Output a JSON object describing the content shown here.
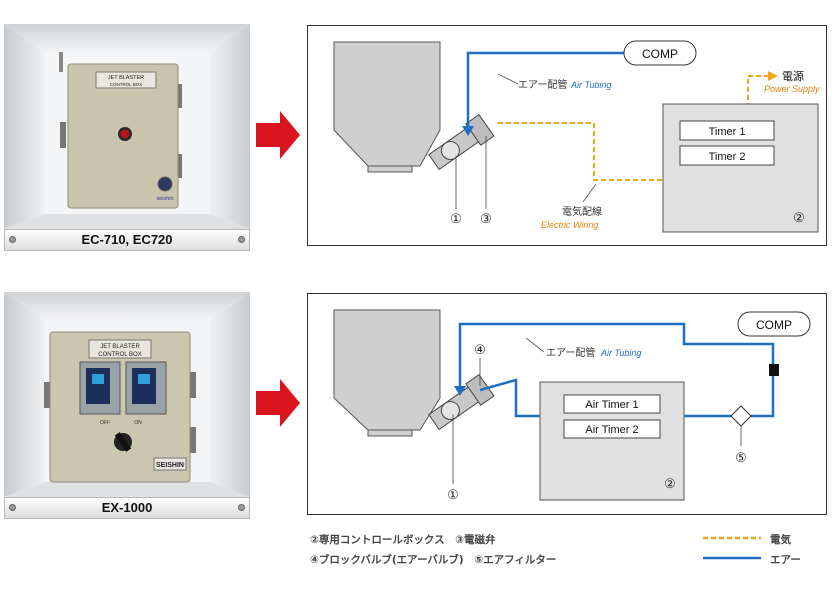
{
  "products": [
    {
      "name": "EC-710, EC720",
      "panel_title_line1": "JET BLASTER",
      "panel_title_line2": "CONTROL BOX",
      "brand": "seishin"
    },
    {
      "name": "EX-1000",
      "panel_title_line1": "JET BLASTER",
      "panel_title_line2": "CONTROL BOX",
      "brand": "SEISHIN",
      "switch_off": "OFF",
      "switch_on": "ON"
    }
  ],
  "diagram1": {
    "comp": "COMP",
    "air_tubing_jp": "エアー配管",
    "air_tubing_en": "Air Tubing",
    "power_jp": "電源",
    "power_en": "Power Supply",
    "timer1": "Timer 1",
    "timer2": "Timer 2",
    "wiring_jp": "電気配線",
    "wiring_en": "Electric Wiring",
    "mark1": "①",
    "mark3": "③",
    "mark2": "②"
  },
  "diagram2": {
    "comp": "COMP",
    "air_tubing_jp": "エアー配管",
    "air_tubing_en": "Air Tubing",
    "timer1": "Air Timer 1",
    "timer2": "Air Timer 2",
    "mark4": "④",
    "mark1": "①",
    "mark2": "②",
    "mark5": "⑤"
  },
  "legend": {
    "line1": "②専用コントロールボックス　③電磁弁",
    "line2": "④ブロックバルブ(エアーバルブ)　⑤エアフィルター",
    "electric": "電気",
    "air": "エアー"
  },
  "colors": {
    "arrow": "#d9141c",
    "air_line": "#1f6fc1",
    "electric_line": "#f2a516",
    "air_label": "#1f6fc1",
    "electric_label": "#e8830c"
  }
}
